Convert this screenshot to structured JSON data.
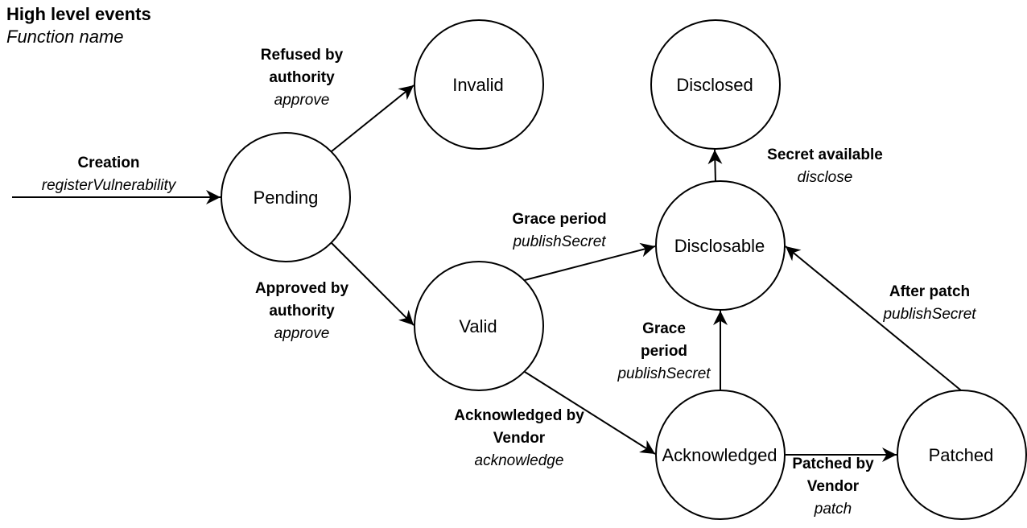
{
  "legend": {
    "events": "High level events",
    "functions": "Function name"
  },
  "states": {
    "pending": "Pending",
    "invalid": "Invalid",
    "valid": "Valid",
    "disclosed": "Disclosed",
    "disclosable": "Disclosable",
    "acknowledged": "Acknowledged",
    "patched": "Patched"
  },
  "transitions": {
    "creation": {
      "event": "Creation",
      "function": "registerVulnerability"
    },
    "refused": {
      "event_l1": "Refused by",
      "event_l2": "authority",
      "function": "approve"
    },
    "approved": {
      "event_l1": "Approved by",
      "event_l2": "authority",
      "function": "approve"
    },
    "grace_valid": {
      "event": "Grace period",
      "function": "publishSecret"
    },
    "secret_available": {
      "event": "Secret available",
      "function": "disclose"
    },
    "acknowledged": {
      "event_l1": "Acknowledged by",
      "event_l2": "Vendor",
      "function": "acknowledge"
    },
    "grace_ack": {
      "event_l1": "Grace",
      "event_l2": "period",
      "function": "publishSecret"
    },
    "after_patch": {
      "event": "After patch",
      "function": "publishSecret"
    },
    "patched": {
      "event_l1": "Patched by",
      "event_l2": "Vendor",
      "function": "patch"
    }
  }
}
